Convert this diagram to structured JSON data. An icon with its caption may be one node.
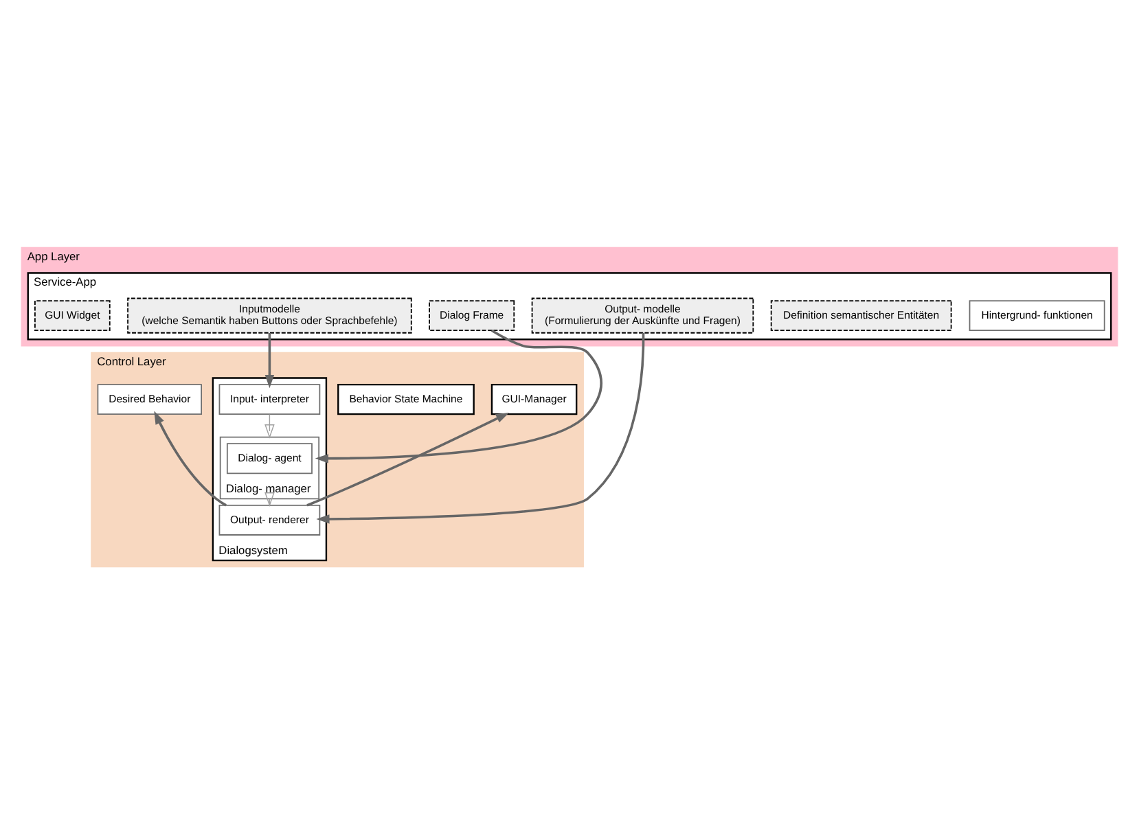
{
  "diagram": {
    "nodes": [
      {
        "text": [
          "App Layer"
        ]
      },
      {
        "text": [
          "Service-App"
        ],
        "in": 0
      },
      {
        "text": [
          "Hintergrund- funktionen"
        ],
        "in": 1
      },
      {
        "text": [
          "Definition semantischer Entitäten"
        ],
        "in": 1
      },
      {
        "text": [
          "Inputmodelle",
          "(welche Semantik haben Buttons oder Sprachbefehle)"
        ],
        "in": 1
      },
      {
        "text": [
          "Dialog Frame"
        ],
        "in": 1
      },
      {
        "text": [
          "Output- modelle",
          "(Formulierung der Auskünfte und Fragen)"
        ],
        "in": 1
      },
      {
        "text": [
          "GUI Widget"
        ],
        "in": 1
      },
      {
        "text": [
          "Control Layer"
        ]
      },
      {
        "text": [
          "Dialogsystem"
        ],
        "in": 8
      },
      {
        "text": [
          "Input- interpreter"
        ],
        "in": 9
      },
      {
        "text": [
          "Dialog- manager"
        ],
        "in": 9
      },
      {
        "text": [
          "Dialog- agent"
        ],
        "in": 11
      },
      {
        "text": [
          "Output- renderer"
        ],
        "in": 9
      },
      {
        "text": [
          "GUI-Manager"
        ],
        "in": 8
      },
      {
        "text": [
          "Behavior State Machine"
        ],
        "in": 8
      },
      {
        "text": [
          "Desired Behavior"
        ],
        "in": 8
      }
    ],
    "edges": [
      {
        "from": 4,
        "to": 10,
        "arrow": "to"
      },
      {
        "from": 5,
        "to": 11,
        "arrow": "to"
      },
      {
        "from": 6,
        "to": 13,
        "arrow": "to"
      },
      {
        "from": 10,
        "to": 11,
        "arrow": "to",
        "color": "#a0a0a0"
      },
      {
        "from": 11,
        "to": 13,
        "arrow": "to",
        "color": "#a0a0a0"
      },
      {
        "from": 13,
        "to": 14,
        "arrow": "to"
      },
      {
        "from": 13,
        "to": 16,
        "arrow": "to"
      }
    ]
  }
}
